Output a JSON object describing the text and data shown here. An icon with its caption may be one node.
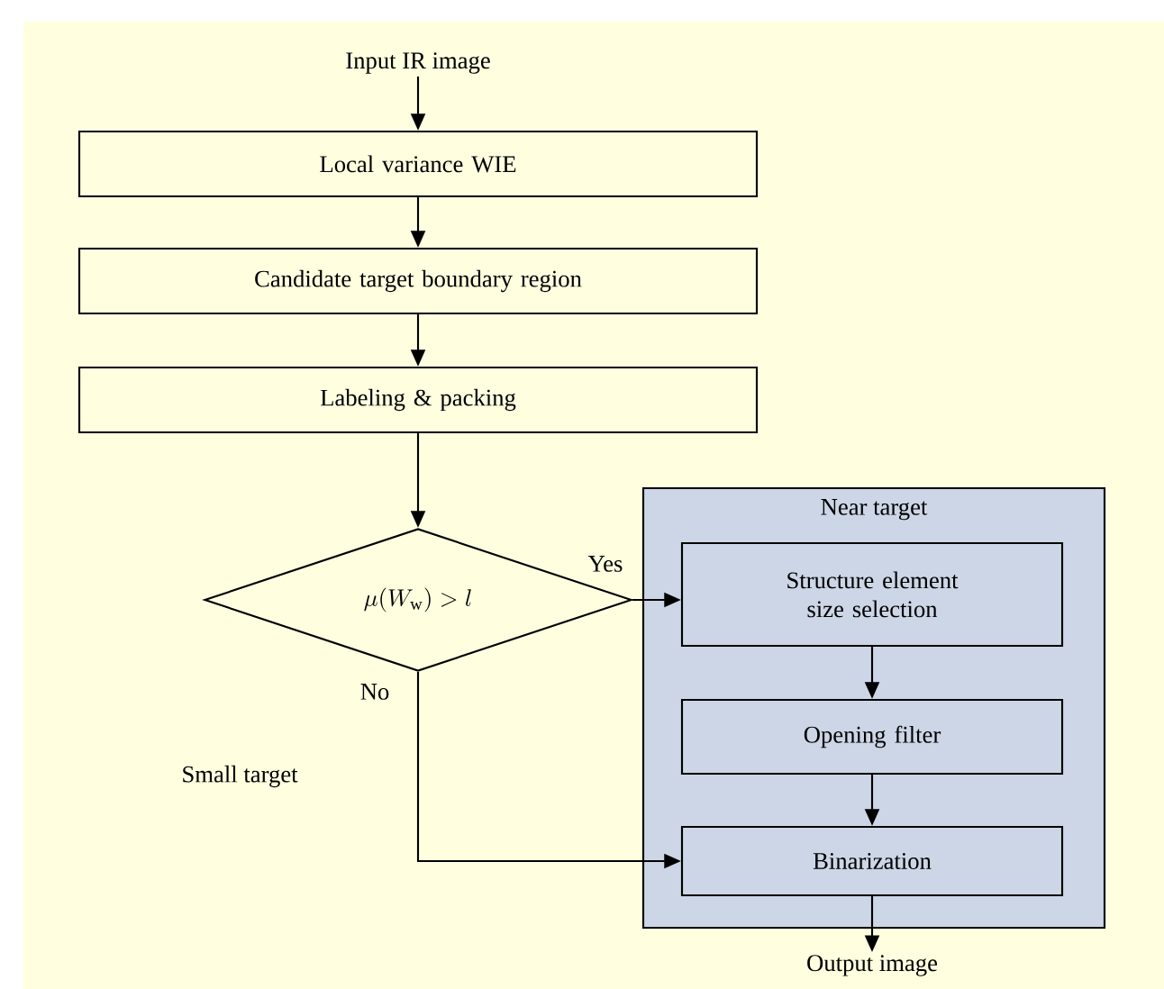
{
  "diagram": {
    "nodes": [
      {
        "text": [
          "Input IR image"
        ]
      },
      {
        "text": [
          "Local variance WIE"
        ]
      },
      {
        "text": [
          "Candidate target boundary region"
        ]
      },
      {
        "text": [
          "Labeling & packing"
        ]
      },
      {
        "text": [
          "\\mu(W_{\\mathrm{w}}) > l"
        ]
      },
      {
        "text": [
          "Near target"
        ]
      },
      {
        "text": [
          "Structure element size selection"
        ],
        "in": 5
      },
      {
        "text": [
          "Opening filter"
        ],
        "in": 5
      },
      {
        "text": [
          "Binarization"
        ],
        "in": 5
      },
      {
        "text": [
          "Output image"
        ]
      }
    ],
    "edges": [
      {
        "from": 0,
        "to": 1,
        "arrow": "to"
      },
      {
        "from": 1,
        "to": 2,
        "arrow": "to"
      },
      {
        "from": 2,
        "to": 3,
        "arrow": "to"
      },
      {
        "from": 3,
        "to": 4,
        "arrow": "to"
      },
      {
        "from": 4,
        "to": 6,
        "arrow": "to",
        "label": "Yes"
      },
      {
        "from": 6,
        "to": 7,
        "arrow": "to"
      },
      {
        "from": 7,
        "to": 8,
        "arrow": "to"
      },
      {
        "from": 4,
        "to": 8,
        "arrow": "to",
        "label": "No"
      },
      {
        "from": 8,
        "to": 9,
        "arrow": "to"
      }
    ],
    "labels": [
      "Small target"
    ]
  }
}
